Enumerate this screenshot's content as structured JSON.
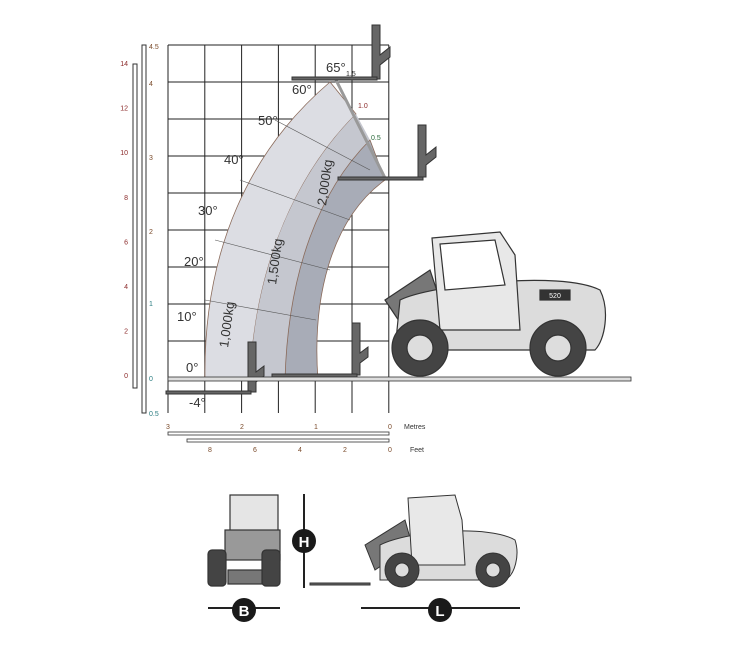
{
  "load_chart": {
    "vertical_scale_feet": [
      "14",
      "12",
      "10",
      "8",
      "6",
      "4",
      "2",
      "0"
    ],
    "vertical_scale_metres": [
      "4.5",
      "4",
      "3",
      "2",
      "1",
      "0",
      "0.5"
    ],
    "horizontal_scale_metres": {
      "ticks": [
        "3",
        "2",
        "1",
        "0"
      ],
      "unit": "Metres"
    },
    "horizontal_scale_feet": {
      "ticks": [
        "8",
        "6",
        "4",
        "2",
        "0"
      ],
      "unit": "Feet"
    },
    "boom_angles": [
      "65°",
      "60°",
      "50°",
      "40°",
      "30°",
      "20°",
      "10°",
      "0°",
      "-4°"
    ],
    "load_zones": [
      "1,000kg",
      "1,500kg",
      "2,000kg"
    ],
    "extension_marks": [
      "1.5",
      "1.0",
      "0.5"
    ],
    "machine_badge": "520"
  },
  "dimensions": {
    "height": "H",
    "width": "B",
    "length": "L"
  },
  "colors": {
    "zone_outer": "#dcdde3",
    "zone_middle": "#c5c7cf",
    "zone_inner": "#a8acb7",
    "dimension_badge": "#1a1a1a"
  }
}
